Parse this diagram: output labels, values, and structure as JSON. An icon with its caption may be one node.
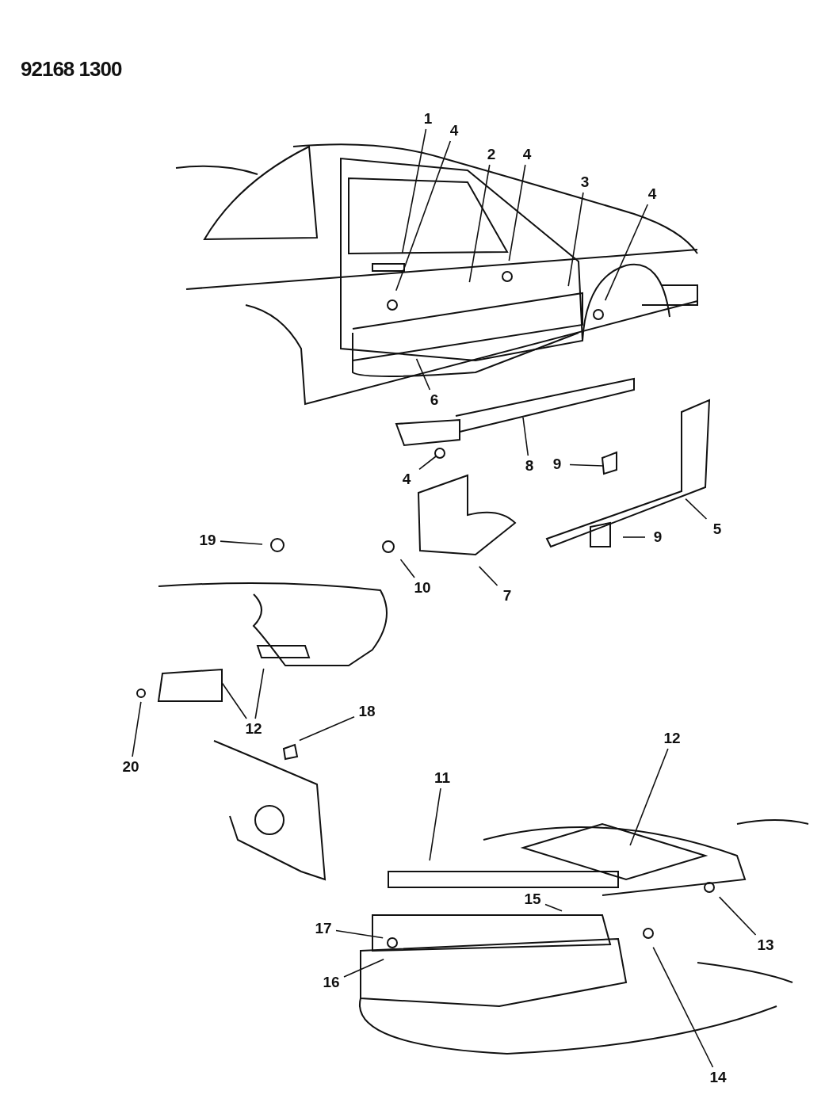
{
  "diagram": {
    "nodes": [
      {
        "text": [
          "1"
        ]
      },
      {
        "text": [
          "4"
        ]
      },
      {
        "text": [
          "2"
        ]
      },
      {
        "text": [
          "4"
        ]
      },
      {
        "text": [
          "3"
        ]
      },
      {
        "text": [
          "4"
        ]
      },
      {
        "text": [
          "6"
        ]
      },
      {
        "text": [
          "8"
        ]
      },
      {
        "text": [
          "4"
        ]
      },
      {
        "text": [
          "9"
        ]
      },
      {
        "text": [
          "5"
        ]
      },
      {
        "text": [
          "9"
        ]
      },
      {
        "text": [
          "19"
        ]
      },
      {
        "text": [
          "10"
        ]
      },
      {
        "text": [
          "7"
        ]
      },
      {
        "text": [
          "12"
        ]
      },
      {
        "text": [
          "18"
        ]
      },
      {
        "text": [
          "20"
        ]
      },
      {
        "text": [
          "12"
        ]
      },
      {
        "text": [
          "11"
        ]
      },
      {
        "text": [
          "15"
        ]
      },
      {
        "text": [
          "17"
        ]
      },
      {
        "text": [
          "13"
        ]
      },
      {
        "text": [
          "16"
        ]
      },
      {
        "text": [
          "14"
        ]
      },
      {
        "text": [],
        "shape": "bar"
      },
      {
        "text": [],
        "shape": "circle"
      },
      {
        "text": [],
        "shape": "box"
      }
    ],
    "edges": [
      {
        "from": 0,
        "to": null,
        "arrow": "none"
      },
      {
        "from": 1,
        "to": null,
        "arrow": "none"
      },
      {
        "from": 2,
        "to": null,
        "arrow": "none"
      },
      {
        "from": 3,
        "to": null,
        "arrow": "none"
      },
      {
        "from": 4,
        "to": null,
        "arrow": "none"
      },
      {
        "from": 5,
        "to": null,
        "arrow": "none"
      },
      {
        "from": 6,
        "to": null,
        "arrow": "none"
      },
      {
        "from": 7,
        "to": 25,
        "arrow": "none"
      },
      {
        "from": 8,
        "to": 26,
        "arrow": "none"
      },
      {
        "from": 9,
        "to": 27,
        "arrow": "none"
      },
      {
        "from": 10,
        "to": null,
        "arrow": "none"
      },
      {
        "from": 11,
        "to": null,
        "arrow": "none"
      },
      {
        "from": 12,
        "to": null,
        "arrow": "none"
      },
      {
        "from": 13,
        "to": null,
        "arrow": "none"
      },
      {
        "from": 14,
        "to": null,
        "arrow": "none"
      },
      {
        "from": 15,
        "to": null,
        "arrow": "none"
      },
      {
        "from": 15,
        "to": null,
        "arrow": "none"
      },
      {
        "from": 16,
        "to": null,
        "arrow": "none"
      },
      {
        "from": 17,
        "to": null,
        "arrow": "none"
      },
      {
        "from": 18,
        "to": null,
        "arrow": "none"
      },
      {
        "from": 19,
        "to": null,
        "arrow": "none"
      },
      {
        "from": 20,
        "to": null,
        "arrow": "none"
      },
      {
        "from": 21,
        "to": null,
        "arrow": "none"
      },
      {
        "from": 22,
        "to": null,
        "arrow": "none"
      },
      {
        "from": 23,
        "to": null,
        "arrow": "none"
      },
      {
        "from": 24,
        "to": null,
        "arrow": "none"
      }
    ],
    "labels": [
      "92168 1300"
    ]
  }
}
